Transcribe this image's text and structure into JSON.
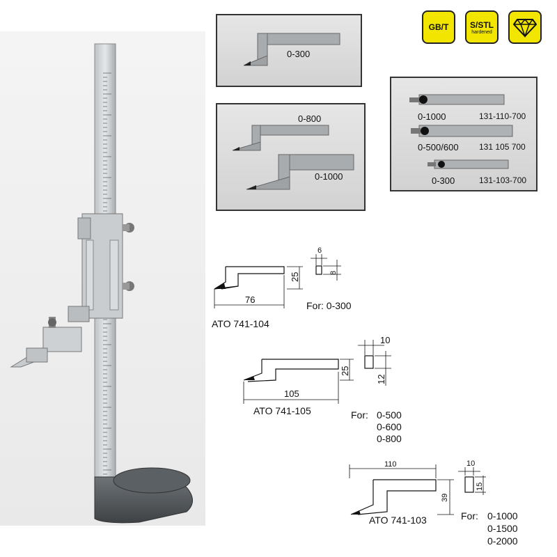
{
  "badges": {
    "gbt": "GB/T",
    "sstl": "S/STL",
    "sstl_sub": "hardened",
    "diamond_icon": "diamond-icon"
  },
  "photos": {
    "scriber_300": "0-300",
    "scriber_800": "0-800",
    "scriber_1000": "0-1000",
    "holders": [
      {
        "range": "0-1000",
        "code": "131-110-700"
      },
      {
        "range": "0-500/600",
        "code": "131 105 700"
      },
      {
        "range": "0-300",
        "code": "131-103-700"
      }
    ]
  },
  "drawings": {
    "d104": {
      "length": "76",
      "height": "25",
      "width": "6",
      "thick": "8",
      "code": "ATO 741-104",
      "for_label": "For:",
      "ranges": [
        "0-300"
      ]
    },
    "d105": {
      "length": "105",
      "height": "25",
      "width": "10",
      "thick": "12",
      "code": "ATO 741-105",
      "for_label": "For:",
      "ranges": [
        "0-500",
        "0-600",
        "0-800"
      ]
    },
    "d103": {
      "length": "110",
      "height": "39",
      "width": "10",
      "thick": "15",
      "code": "ATO 741-103",
      "for_label": "For:",
      "ranges": [
        "0-1000",
        "0-1500",
        "0-2000"
      ]
    }
  }
}
